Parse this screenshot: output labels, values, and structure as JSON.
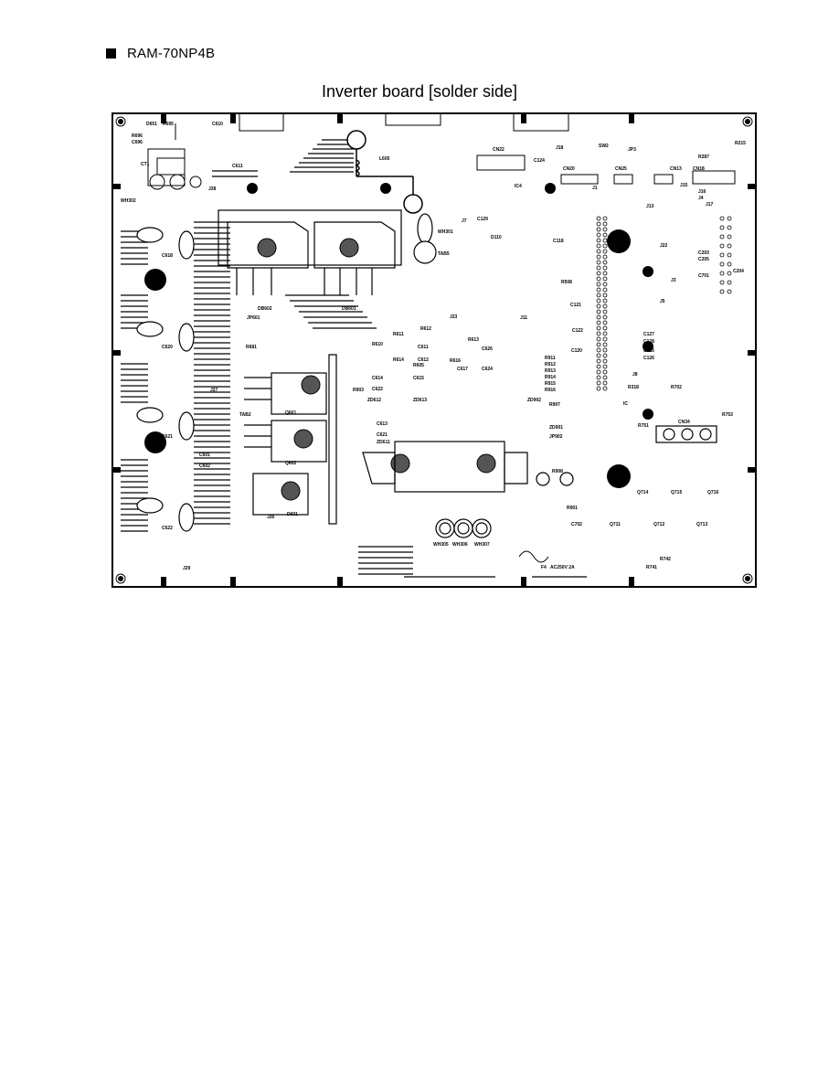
{
  "page": {
    "model": "RAM-70NP4B",
    "title": "Inverter board [solder side]"
  },
  "board": {
    "labels": [
      {
        "t": "D651"
      },
      {
        "t": "R695"
      },
      {
        "t": "C610"
      },
      {
        "t": "R696"
      },
      {
        "t": "C696"
      },
      {
        "t": "CT1"
      },
      {
        "t": "C611"
      },
      {
        "t": "J28"
      },
      {
        "t": "WH302"
      },
      {
        "t": "L605"
      },
      {
        "t": "CN22"
      },
      {
        "t": "J18"
      },
      {
        "t": "C124"
      },
      {
        "t": "IC4"
      },
      {
        "t": "J1"
      },
      {
        "t": "CN20"
      },
      {
        "t": "CN25"
      },
      {
        "t": "CN13"
      },
      {
        "t": "CN18"
      },
      {
        "t": "J15"
      },
      {
        "t": "J13"
      },
      {
        "t": "J16"
      },
      {
        "t": "J17"
      },
      {
        "t": "J4"
      },
      {
        "t": "R215"
      },
      {
        "t": "R287"
      },
      {
        "t": "JP3"
      },
      {
        "t": "SW2"
      },
      {
        "t": "WH301"
      },
      {
        "t": "TAB5"
      },
      {
        "t": "J7"
      },
      {
        "t": "C129"
      },
      {
        "t": "D110"
      },
      {
        "t": "C118"
      },
      {
        "t": "J22"
      },
      {
        "t": "C203"
      },
      {
        "t": "C205"
      },
      {
        "t": "C204"
      },
      {
        "t": "C701"
      },
      {
        "t": "J3"
      },
      {
        "t": "J5"
      },
      {
        "t": "J23"
      },
      {
        "t": "J11"
      },
      {
        "t": "C121"
      },
      {
        "t": "C122"
      },
      {
        "t": "C127"
      },
      {
        "t": "C128"
      },
      {
        "t": "C125"
      },
      {
        "t": "C126"
      },
      {
        "t": "C120"
      },
      {
        "t": "C618"
      },
      {
        "t": "C620"
      },
      {
        "t": "C621"
      },
      {
        "t": "C622"
      },
      {
        "t": "JP601"
      },
      {
        "t": "DB602"
      },
      {
        "t": "DB601"
      },
      {
        "t": "R681"
      },
      {
        "t": "R611"
      },
      {
        "t": "R612"
      },
      {
        "t": "R613"
      },
      {
        "t": "R610"
      },
      {
        "t": "R614"
      },
      {
        "t": "C611"
      },
      {
        "t": "C612"
      },
      {
        "t": "R616"
      },
      {
        "t": "C626"
      },
      {
        "t": "R911"
      },
      {
        "t": "R912"
      },
      {
        "t": "R913"
      },
      {
        "t": "R914"
      },
      {
        "t": "R915"
      },
      {
        "t": "R916"
      },
      {
        "t": "ZD902"
      },
      {
        "t": "R907"
      },
      {
        "t": "ZD901"
      },
      {
        "t": "JP902"
      },
      {
        "t": "R903"
      },
      {
        "t": "R605"
      },
      {
        "t": "C614"
      },
      {
        "t": "C615"
      },
      {
        "t": "C622"
      },
      {
        "t": "ZD612"
      },
      {
        "t": "ZD613"
      },
      {
        "t": "C617"
      },
      {
        "t": "C624"
      },
      {
        "t": "C613"
      },
      {
        "t": "C621"
      },
      {
        "t": "ZD611"
      },
      {
        "t": "J27"
      },
      {
        "t": "TAB2"
      },
      {
        "t": "Q601"
      },
      {
        "t": "Q602"
      },
      {
        "t": "C601"
      },
      {
        "t": "C602"
      },
      {
        "t": "D601"
      },
      {
        "t": "J26"
      },
      {
        "t": "J29"
      },
      {
        "t": "R318"
      },
      {
        "t": "R702"
      },
      {
        "t": "R751"
      },
      {
        "t": "R753"
      },
      {
        "t": "CN34"
      },
      {
        "t": "R908"
      },
      {
        "t": "R901"
      },
      {
        "t": "C702"
      },
      {
        "t": "Q711"
      },
      {
        "t": "Q712"
      },
      {
        "t": "Q713"
      },
      {
        "t": "Q714"
      },
      {
        "t": "Q715"
      },
      {
        "t": "Q716"
      },
      {
        "t": "R742"
      },
      {
        "t": "R741"
      },
      {
        "t": "WH305"
      },
      {
        "t": "WH306"
      },
      {
        "t": "WH307"
      },
      {
        "t": "F4"
      },
      {
        "t": "AC250V 2A"
      },
      {
        "t": "IC"
      },
      {
        "t": "R508"
      },
      {
        "t": "J8"
      }
    ]
  }
}
